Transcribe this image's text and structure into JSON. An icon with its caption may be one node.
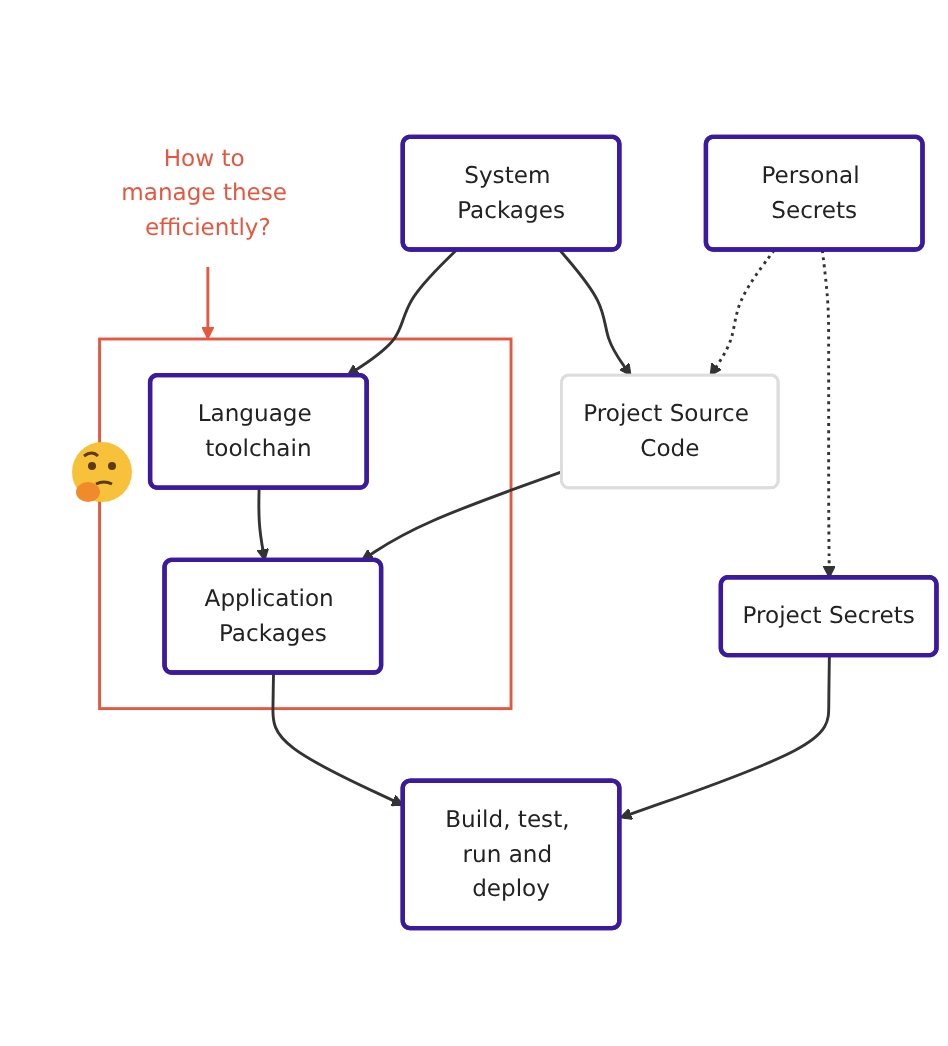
{
  "diagram": {
    "nodes": [
      {
        "text": [
          "System Packages"
        ]
      },
      {
        "text": [
          "Personal Secrets"
        ]
      },
      {
        "text": [
          "How to manage these efficiently?"
        ]
      },
      {
        "text": [],
        "shape": "box"
      },
      {
        "text": [
          "Language toolchain"
        ],
        "in": 3
      },
      {
        "text": [
          "Project Source Code"
        ]
      },
      {
        "text": [
          "Application Packages"
        ],
        "in": 3
      },
      {
        "text": [
          "Project Secrets"
        ]
      },
      {
        "text": [
          "Build, test, run and deploy"
        ]
      }
    ],
    "edges": [
      {
        "from": 0,
        "to": 4,
        "arrow": "to"
      },
      {
        "from": 0,
        "to": 5,
        "arrow": "to"
      },
      {
        "from": 1,
        "to": 5,
        "arrow": "to",
        "style": "dashed"
      },
      {
        "from": 1,
        "to": 7,
        "arrow": "to",
        "style": "dashed"
      },
      {
        "from": 2,
        "to": 3,
        "arrow": "to",
        "color": "#e5573f"
      },
      {
        "from": 4,
        "to": 6,
        "arrow": "to"
      },
      {
        "from": 5,
        "to": 6,
        "arrow": "to"
      },
      {
        "from": 6,
        "to": 8,
        "arrow": "to"
      },
      {
        "from": 7,
        "to": 8,
        "arrow": "to"
      }
    ]
  }
}
